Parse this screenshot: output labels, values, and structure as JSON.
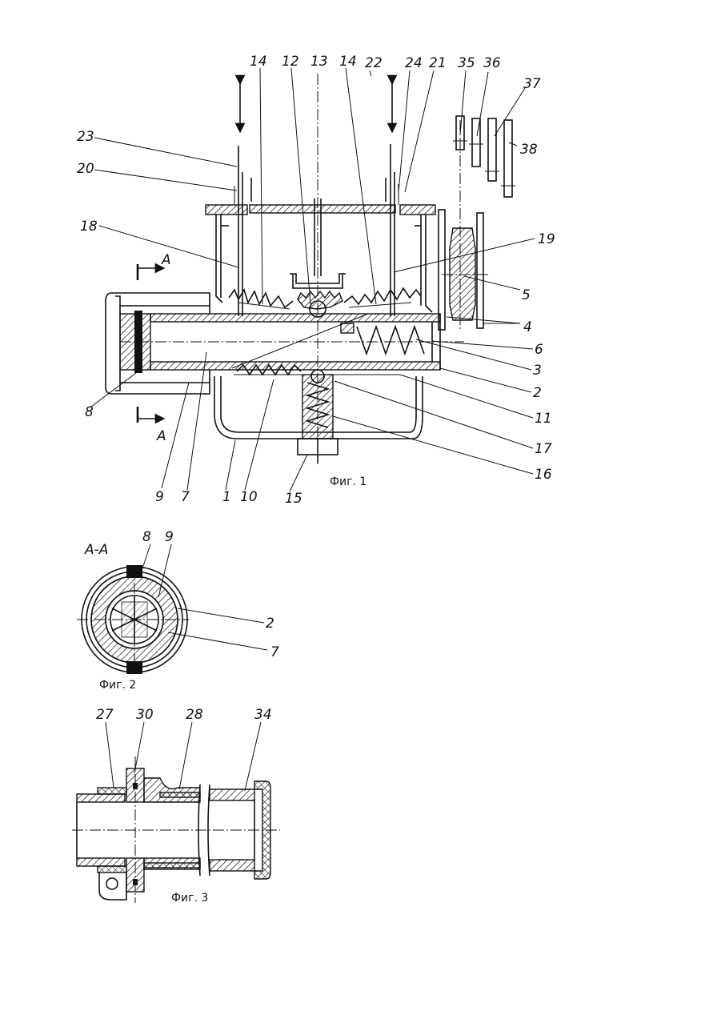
{
  "figures": [
    {
      "id": "fig1",
      "caption": "Фиг. 1",
      "section_marker": "A",
      "labels": [
        "14",
        "12",
        "13",
        "14",
        "22",
        "24",
        "21",
        "35",
        "36",
        "37",
        "38",
        "23",
        "20",
        "18",
        "19",
        "5",
        "4",
        "6",
        "3",
        "2",
        "11",
        "17",
        "16",
        "8",
        "9",
        "7",
        "1",
        "10",
        "15"
      ]
    },
    {
      "id": "fig2",
      "caption": "Фиг. 2",
      "title": "А-А",
      "labels": [
        "8",
        "9",
        "2",
        "7"
      ]
    },
    {
      "id": "fig3",
      "caption": "Фиг. 3",
      "labels": [
        "27",
        "30",
        "28",
        "34"
      ]
    }
  ]
}
